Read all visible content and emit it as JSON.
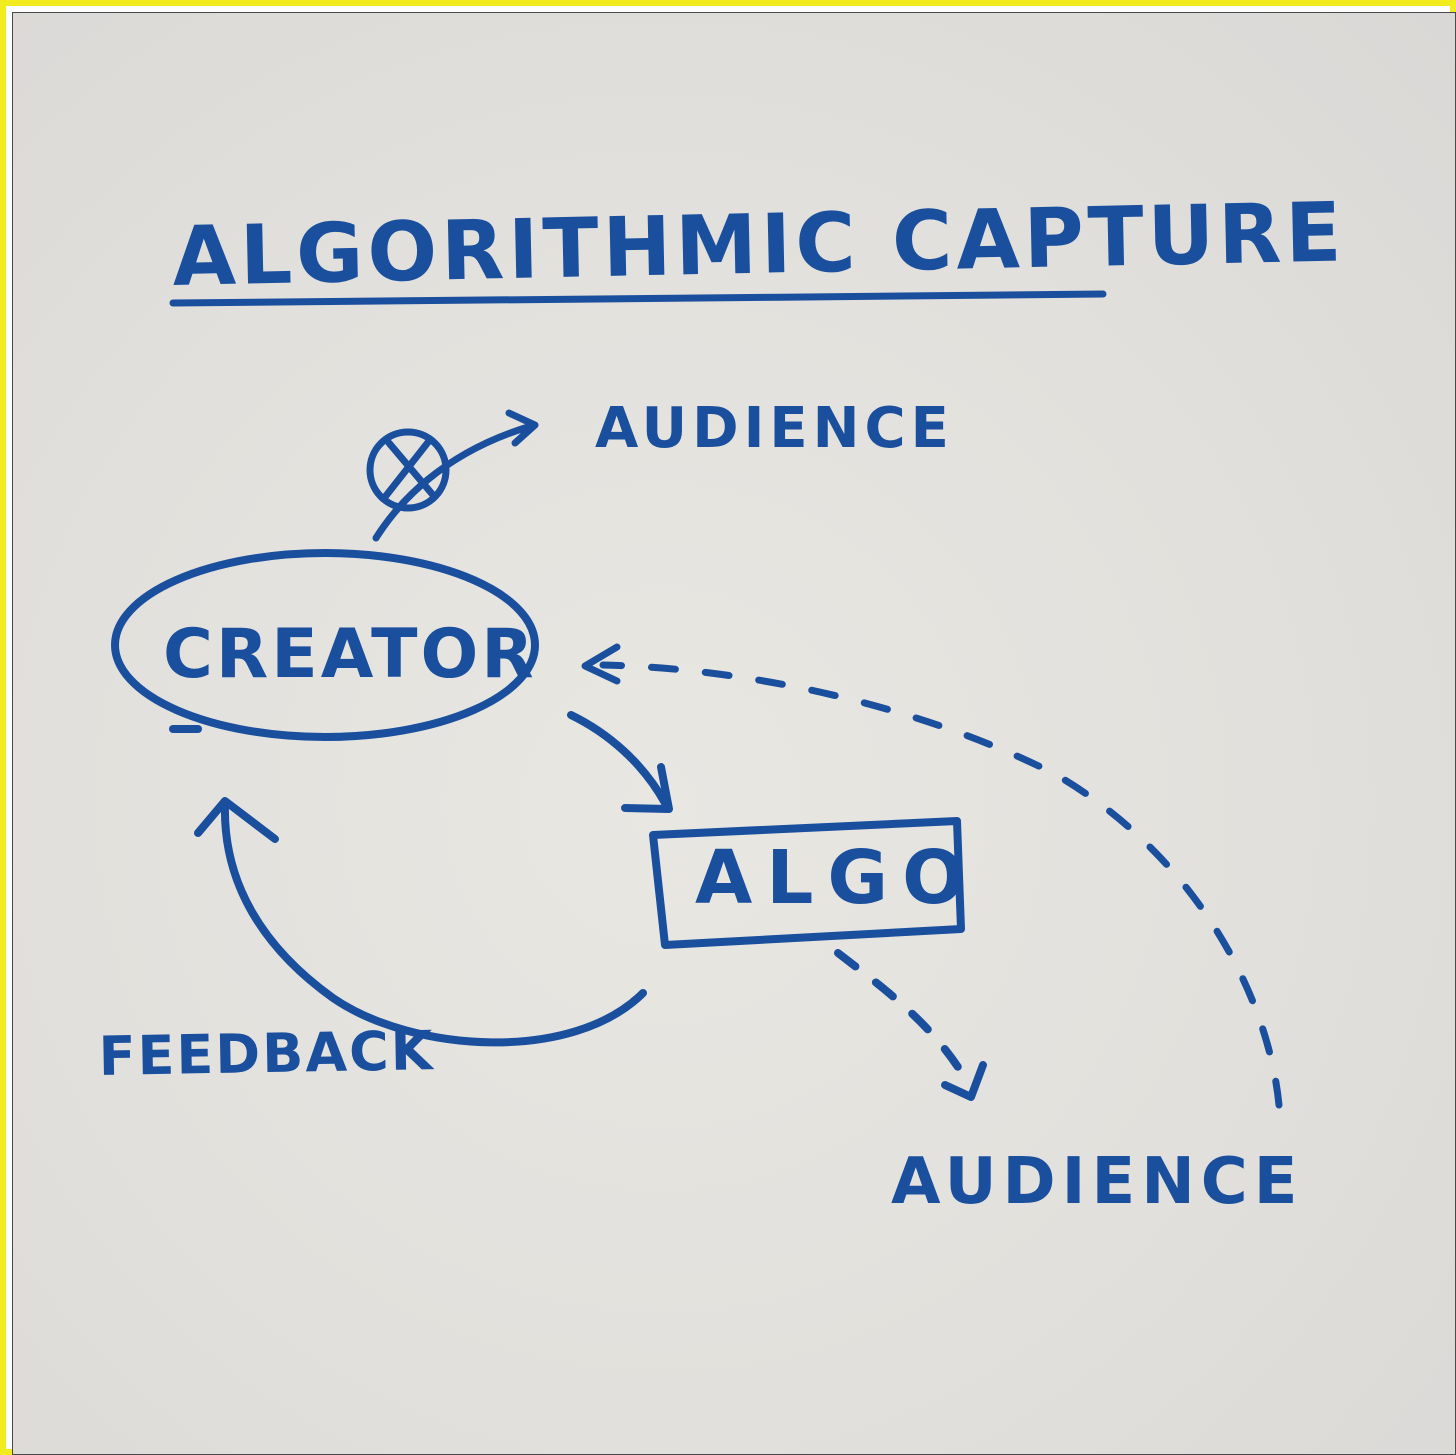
{
  "title": "ALGORITHMIC CAPTURE",
  "nodes": {
    "creator": "CREATOR",
    "algo": "ALGO",
    "audience_top": "AUDIENCE",
    "audience_bottom": "AUDIENCE",
    "feedback": "FEEDBACK"
  },
  "colors": {
    "ink": "#1a4f9e",
    "border": "#f2ec1f",
    "paper": "#e6e4e0"
  }
}
